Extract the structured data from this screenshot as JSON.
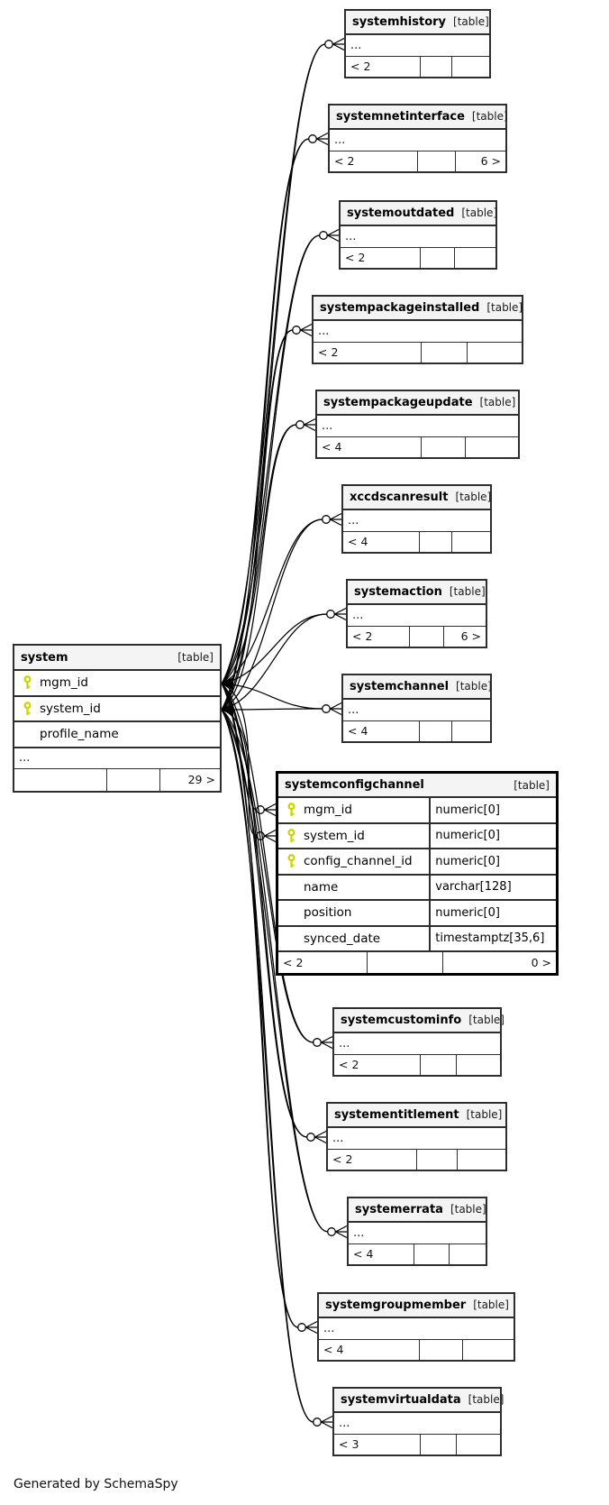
{
  "footer_note": "Generated by SchemaSpy",
  "colors": {
    "key_icon": "#ccd500",
    "edge": "#000000",
    "header_bg": "#f4f4f4",
    "table_border": "#2e2e2e",
    "emphasis_border": "#000000"
  },
  "tables": [
    {
      "id": "systemhistory",
      "name": "systemhistory",
      "tag": "[table]",
      "more": "...",
      "footer": [
        "< 2",
        "",
        ""
      ]
    },
    {
      "id": "systemnetinterface",
      "name": "systemnetinterface",
      "tag": "[table]",
      "more": "...",
      "footer": [
        "< 2",
        "",
        "6 >"
      ]
    },
    {
      "id": "systemoutdated",
      "name": "systemoutdated",
      "tag": "[table]",
      "more": "...",
      "footer": [
        "< 2",
        "",
        ""
      ]
    },
    {
      "id": "systempackageinstalled",
      "name": "systempackageinstalled",
      "tag": "[table]",
      "more": "...",
      "footer": [
        "< 2",
        "",
        ""
      ]
    },
    {
      "id": "systempackageupdate",
      "name": "systempackageupdate",
      "tag": "[table]",
      "more": "...",
      "footer": [
        "< 4",
        "",
        ""
      ]
    },
    {
      "id": "xccdscanresult",
      "name": "xccdscanresult",
      "tag": "[table]",
      "more": "...",
      "footer": [
        "< 4",
        "",
        ""
      ]
    },
    {
      "id": "systemaction",
      "name": "systemaction",
      "tag": "[table]",
      "more": "...",
      "footer": [
        "< 2",
        "",
        "6 >"
      ]
    },
    {
      "id": "system",
      "name": "system",
      "tag": "[table]",
      "columns": [
        {
          "name": "mgm_id",
          "key": true
        },
        {
          "name": "system_id",
          "key": true
        },
        {
          "name": "profile_name",
          "key": false
        }
      ],
      "more": "...",
      "footer": [
        "",
        "",
        "29 >"
      ]
    },
    {
      "id": "systemchannel",
      "name": "systemchannel",
      "tag": "[table]",
      "more": "...",
      "footer": [
        "< 4",
        "",
        ""
      ]
    },
    {
      "id": "systemconfigchannel",
      "name": "systemconfigchannel",
      "tag": "[table]",
      "emphasis": true,
      "columns": [
        {
          "name": "mgm_id",
          "type": "numeric[0]",
          "key": true
        },
        {
          "name": "system_id",
          "type": "numeric[0]",
          "key": true
        },
        {
          "name": "config_channel_id",
          "type": "numeric[0]",
          "key": true
        },
        {
          "name": "name",
          "type": "varchar[128]",
          "key": false
        },
        {
          "name": "position",
          "type": "numeric[0]",
          "key": false
        },
        {
          "name": "synced_date",
          "type": "timestamptz[35,6]",
          "key": false
        }
      ],
      "footer": [
        "< 2",
        "",
        "0 >"
      ]
    },
    {
      "id": "systemcustominfo",
      "name": "systemcustominfo",
      "tag": "[table]",
      "more": "...",
      "footer": [
        "< 2",
        "",
        ""
      ]
    },
    {
      "id": "systementitlement",
      "name": "systementitlement",
      "tag": "[table]",
      "more": "...",
      "footer": [
        "< 2",
        "",
        ""
      ]
    },
    {
      "id": "systemerrata",
      "name": "systemerrata",
      "tag": "[table]",
      "more": "...",
      "footer": [
        "< 4",
        "",
        ""
      ]
    },
    {
      "id": "systemgroupmember",
      "name": "systemgroupmember",
      "tag": "[table]",
      "more": "...",
      "footer": [
        "< 4",
        "",
        ""
      ]
    },
    {
      "id": "systemvirtualdata",
      "name": "systemvirtualdata",
      "tag": "[table]",
      "more": "...",
      "footer": [
        "< 3",
        "",
        ""
      ]
    }
  ],
  "relationships": {
    "parent": "system",
    "parent_columns": [
      "mgm_id",
      "system_id"
    ],
    "children": [
      "systemhistory",
      "systemnetinterface",
      "systemoutdated",
      "systempackageinstalled",
      "systempackageupdate",
      "xccdscanresult",
      "systemaction",
      "systemchannel",
      "systemconfigchannel",
      "systemcustominfo",
      "systementitlement",
      "systemerrata",
      "systemgroupmember",
      "systemvirtualdata"
    ]
  }
}
